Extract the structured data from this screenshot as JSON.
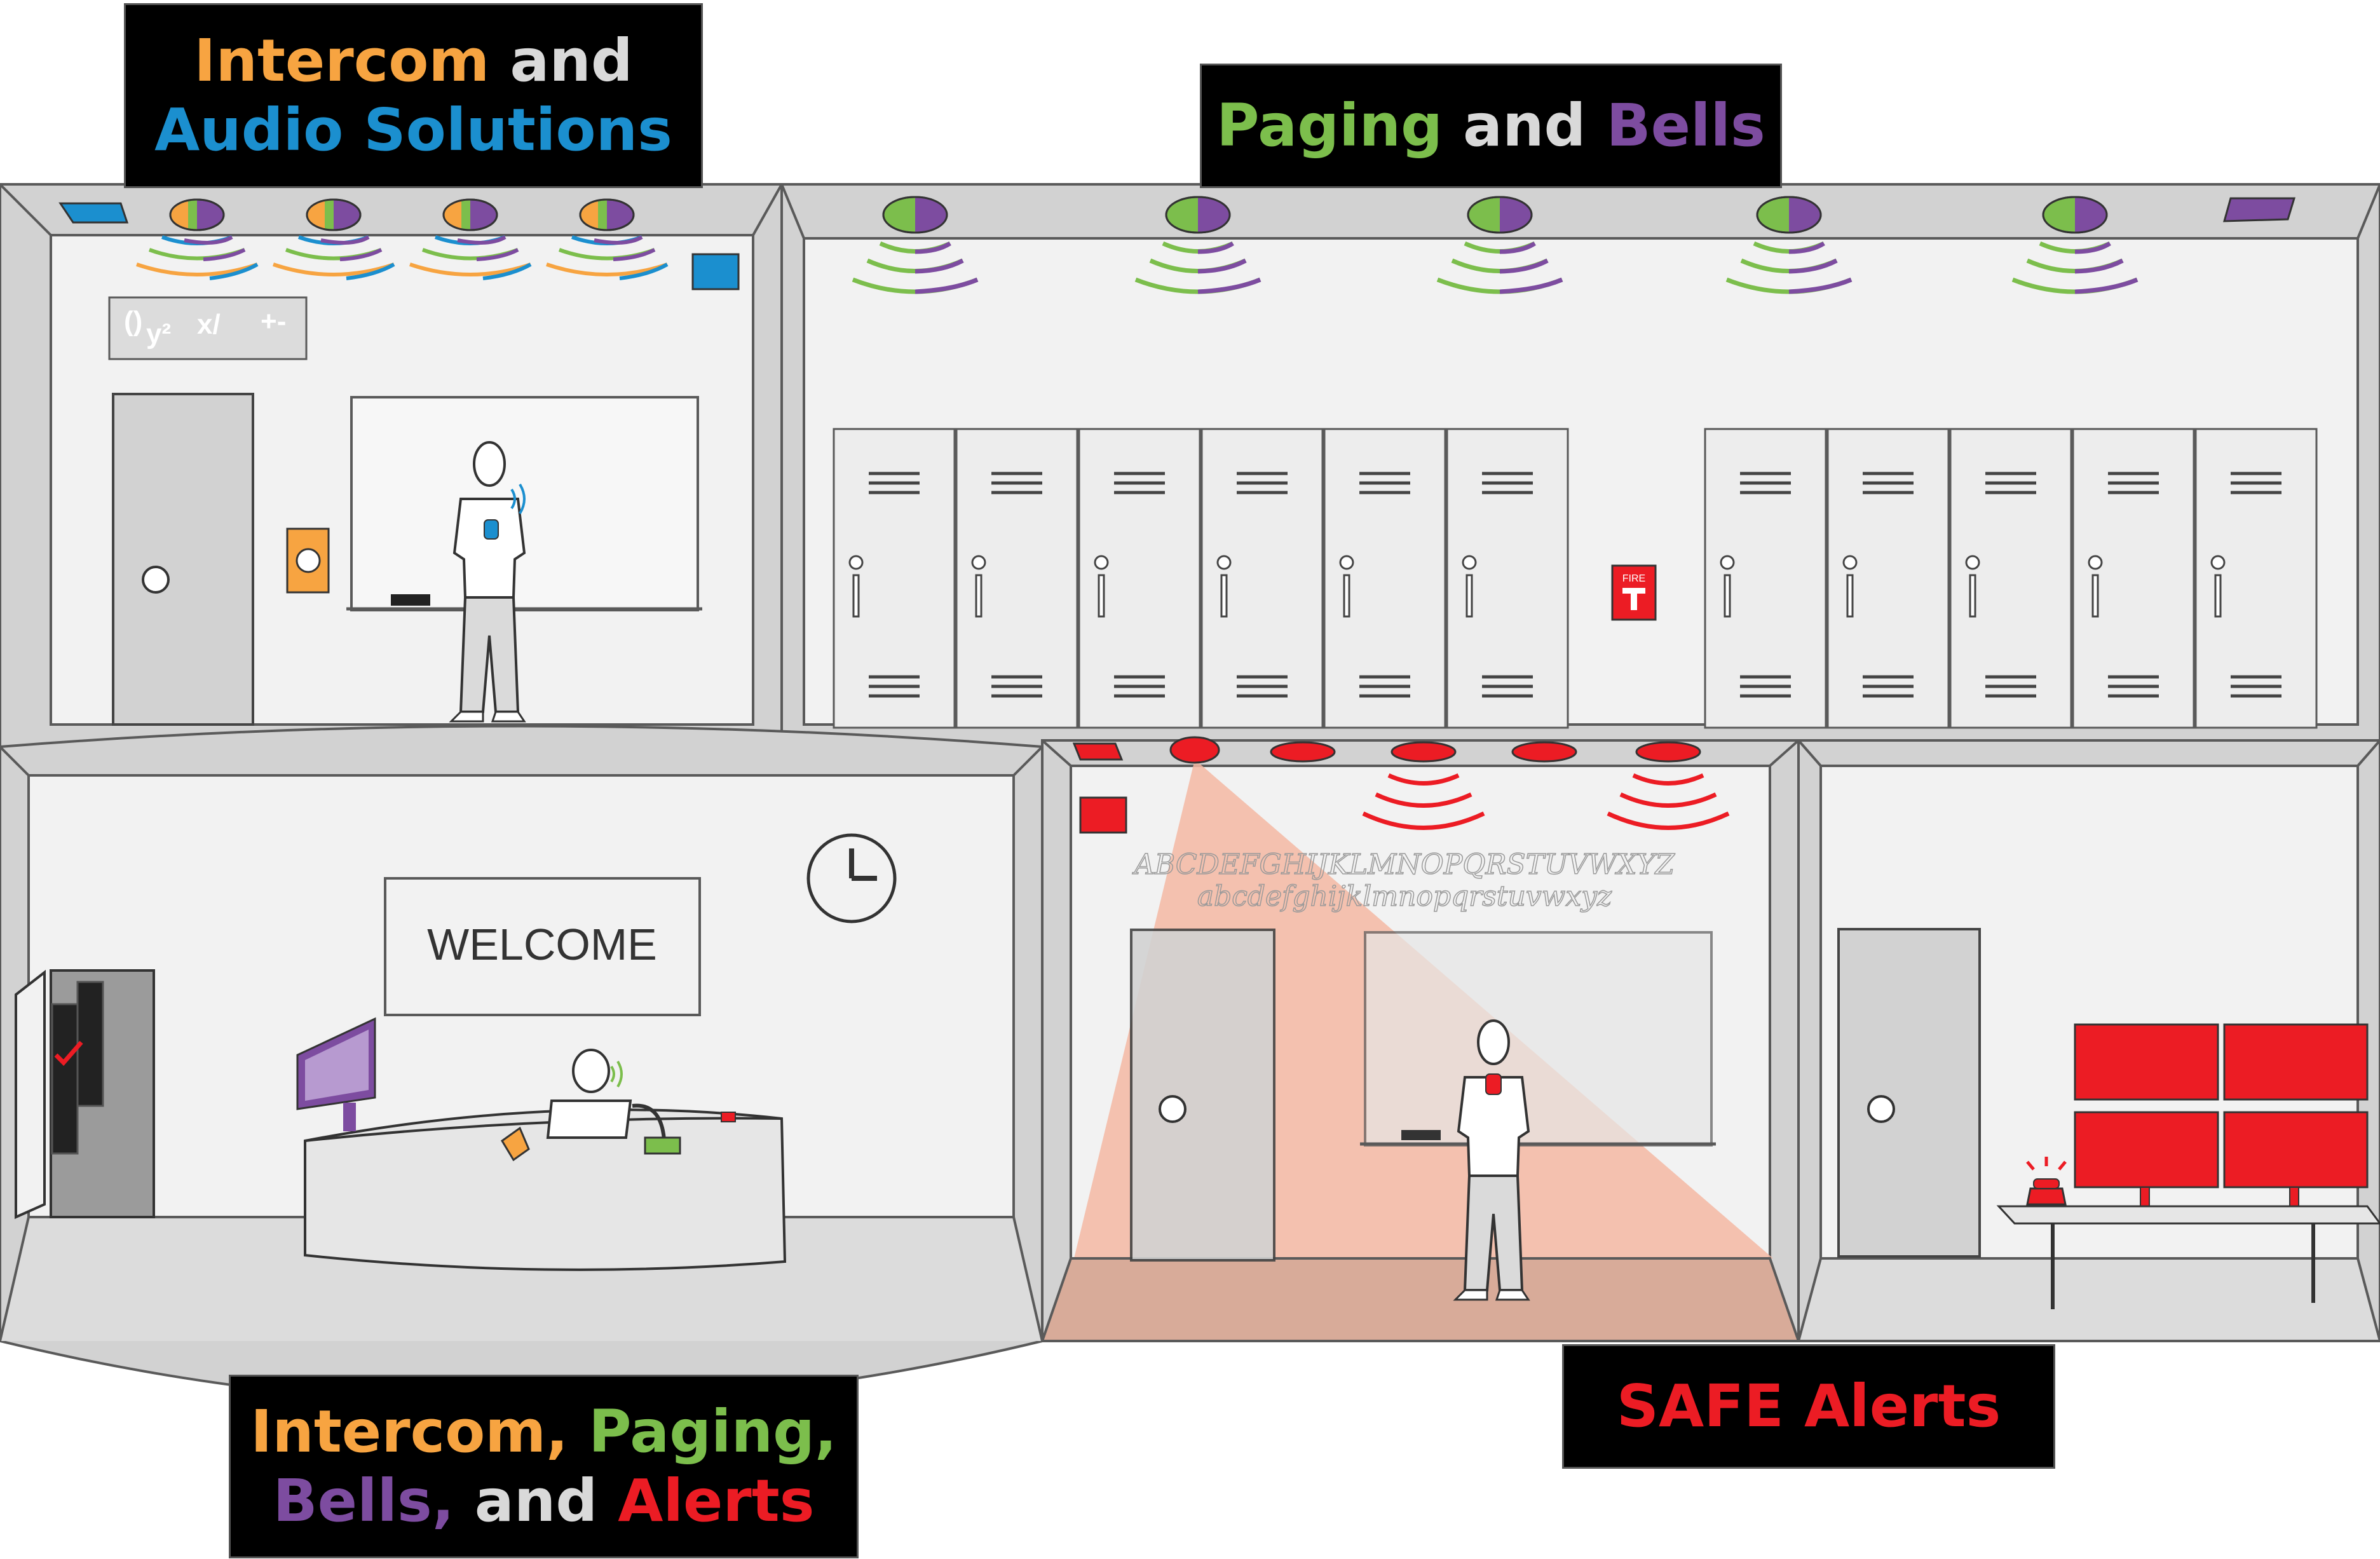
{
  "colors": {
    "intercom": "#F7A441",
    "audio": "#1B8FCF",
    "paging": "#7CBE4C",
    "bells": "#7D4CA0",
    "alerts": "#EC1C24",
    "and": "#D9D9D9",
    "wall": "#F2F2F2",
    "outline": "#5A5A5A"
  },
  "labels": {
    "top_left": {
      "w1": "Intercom",
      "w2": " and",
      "w3": "Audio Solutions"
    },
    "top_right": {
      "w1": "Paging",
      "w2": " and ",
      "w3": "Bells"
    },
    "bottom_left": {
      "w1": "Intercom,",
      "w2": " Paging,",
      "w3": "Bells,",
      "w4": " and ",
      "w5": "Alerts"
    },
    "bottom_right": {
      "w1": "SAFE Alerts"
    }
  },
  "classroom": {
    "board_text": [
      "()",
      "y²",
      "x/",
      "+-"
    ]
  },
  "hallway": {
    "fire_label": "FIRE",
    "locker_count": 11
  },
  "lobby": {
    "sign": "WELCOME"
  },
  "alert_room": {
    "upper_letters": "ABCDEFGHIJKLMNOPQRSTUVWXYZ",
    "lower_letters": "abcdefghijklmnopqrstuvwxyz"
  },
  "icons": [
    "intercom-speaker-icon",
    "paging-speaker-icon",
    "alert-strobe-icon",
    "fire-alarm-icon",
    "clock-icon",
    "monitor-icon",
    "phone-icon",
    "microphone-icon",
    "pendant-icon"
  ]
}
